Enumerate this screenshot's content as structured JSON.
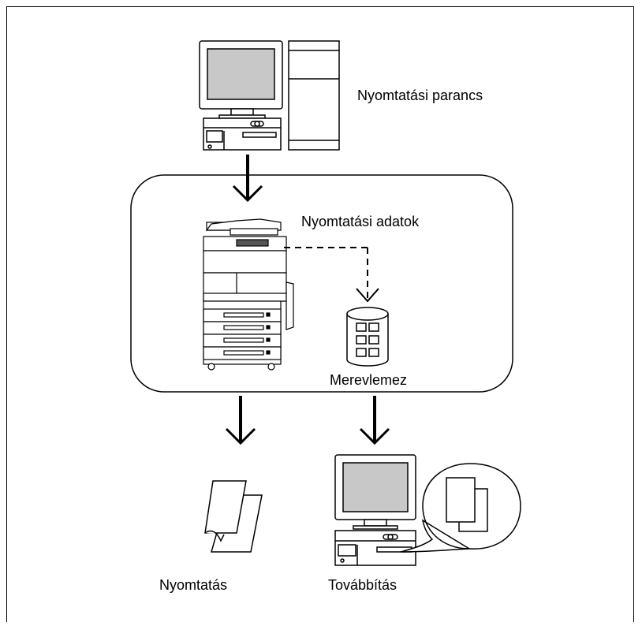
{
  "labels": {
    "print_command": "Nyomtatási parancs",
    "print_data": "Nyomtatási adatok",
    "hard_disk": "Merevlemez",
    "printing": "Nyomtatás",
    "forwarding": "Továbbítás"
  },
  "icons": {
    "source_computer": "desktop-computer-icon",
    "mfp": "multifunction-printer-icon",
    "hdd": "hard-disk-icon",
    "paper": "printed-paper-icon",
    "dest_computer": "desktop-computer-icon",
    "speech": "speech-bubble-icon"
  },
  "colors": {
    "screen": "#c8c8c8",
    "line": "#000000",
    "background": "#ffffff"
  }
}
